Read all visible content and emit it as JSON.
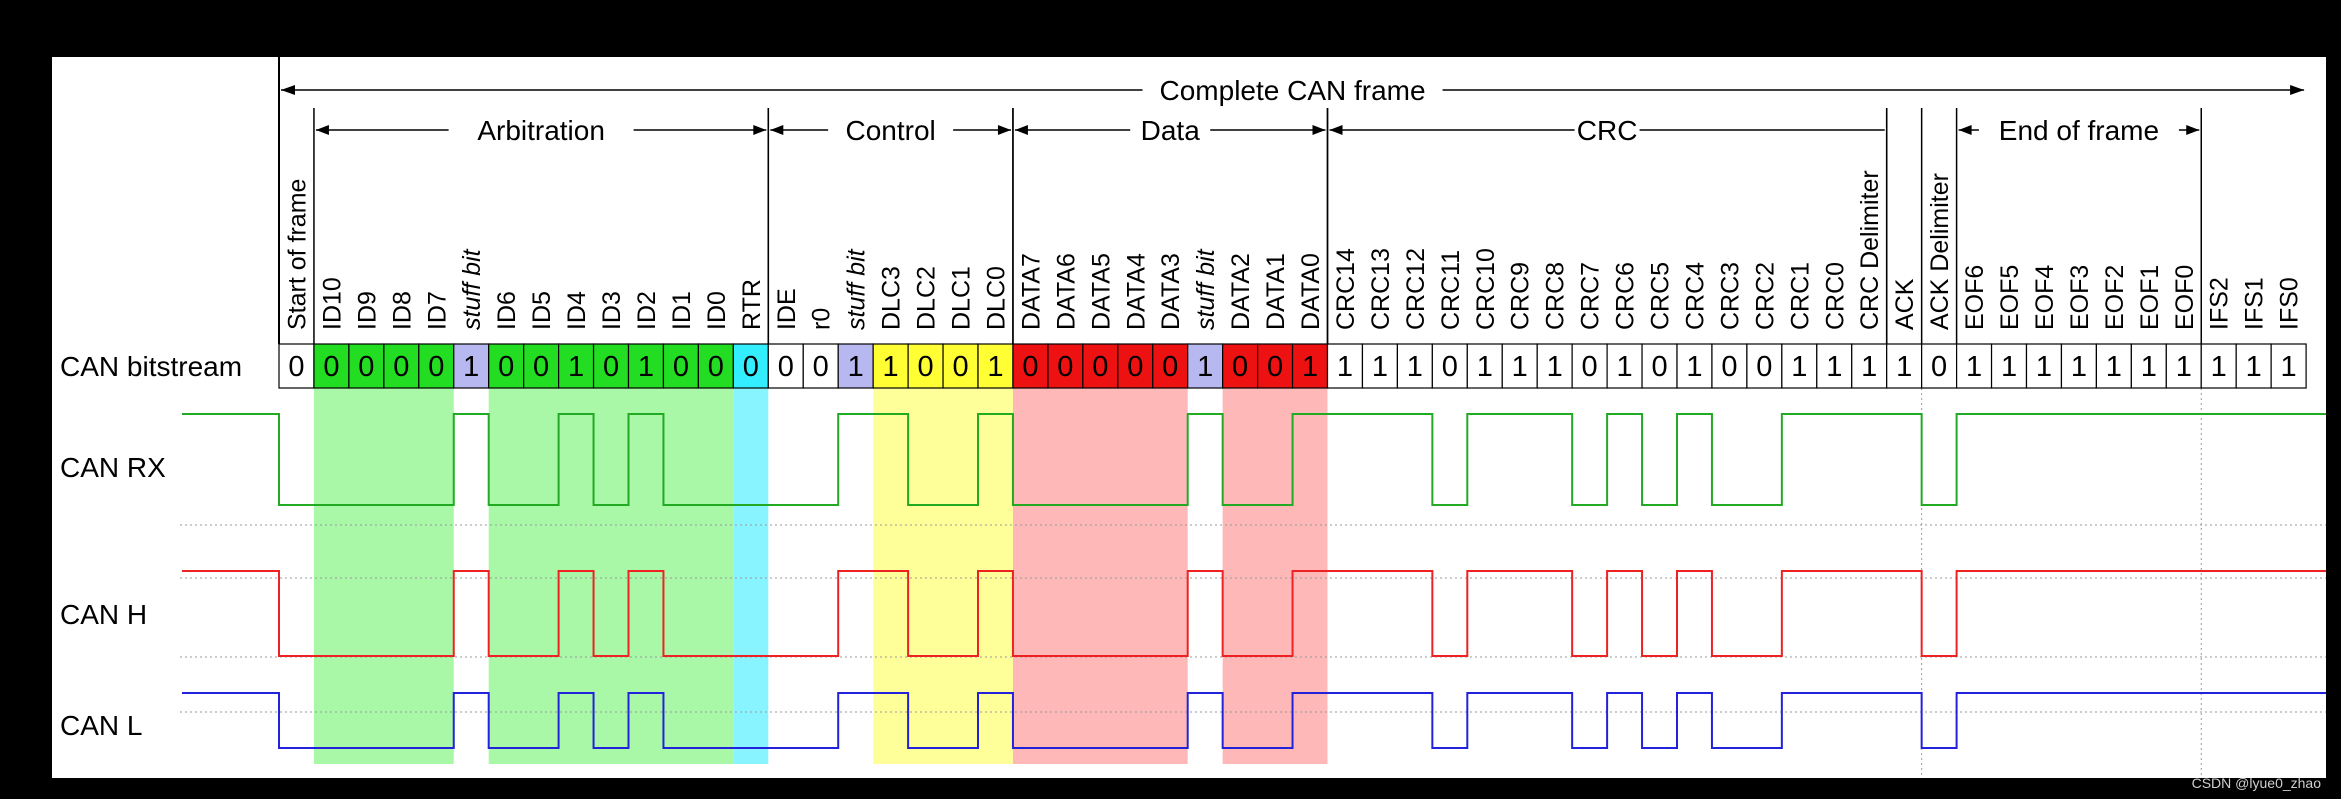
{
  "frame_title": "Complete CAN frame",
  "sections": [
    {
      "label": "Arbitration",
      "start": 1,
      "end": 13,
      "arrow": "both"
    },
    {
      "label": "Control",
      "start": 14,
      "end": 20,
      "arrow": "both"
    },
    {
      "label": "Data",
      "start": 21,
      "end": 29,
      "arrow": "both"
    },
    {
      "label": "CRC",
      "start": 30,
      "end": 45,
      "arrow": "left"
    },
    {
      "label": "End of frame",
      "start": 48,
      "end": 54,
      "arrow": "both"
    }
  ],
  "bit_labels": [
    "Start of frame",
    "ID10",
    "ID9",
    "ID8",
    "ID7",
    "stuff bit",
    "ID6",
    "ID5",
    "ID4",
    "ID3",
    "ID2",
    "ID1",
    "ID0",
    "RTR",
    "IDE",
    "r0",
    "stuff bit",
    "DLC3",
    "DLC2",
    "DLC1",
    "DLC0",
    "DATA7",
    "DATA6",
    "DATA5",
    "DATA4",
    "DATA3",
    "stuff bit",
    "DATA2",
    "DATA1",
    "DATA0",
    "CRC14",
    "CRC13",
    "CRC12",
    "CRC11",
    "CRC10",
    "CRC9",
    "CRC8",
    "CRC7",
    "CRC6",
    "CRC5",
    "CRC4",
    "CRC3",
    "CRC2",
    "CRC1",
    "CRC0",
    "CRC Delimiter",
    "ACK",
    "ACK Delimiter",
    "EOF6",
    "EOF5",
    "EOF4",
    "EOF3",
    "EOF2",
    "EOF1",
    "EOF0",
    "IFS2",
    "IFS1",
    "IFS0"
  ],
  "bit_values": [
    "0",
    "0",
    "0",
    "0",
    "0",
    "1",
    "0",
    "0",
    "1",
    "0",
    "1",
    "0",
    "0",
    "0",
    "0",
    "0",
    "1",
    "1",
    "0",
    "0",
    "1",
    "0",
    "0",
    "0",
    "0",
    "0",
    "1",
    "0",
    "0",
    "1",
    "1",
    "1",
    "1",
    "0",
    "1",
    "1",
    "1",
    "0",
    "1",
    "0",
    "1",
    "0",
    "0",
    "1",
    "1",
    "1",
    "1",
    "0",
    "1",
    "1",
    "1",
    "1",
    "1",
    "1",
    "1",
    "1",
    "1",
    "1"
  ],
  "bit_colors": [
    "#ffffff",
    "#22dd22",
    "#22dd22",
    "#22dd22",
    "#22dd22",
    "#b8b8f0",
    "#22dd22",
    "#22dd22",
    "#22dd22",
    "#22dd22",
    "#22dd22",
    "#22dd22",
    "#22dd22",
    "#33eeff",
    "#ffffff",
    "#ffffff",
    "#b8b8f0",
    "#ffff33",
    "#ffff33",
    "#ffff33",
    "#ffff33",
    "#ee1111",
    "#ee1111",
    "#ee1111",
    "#ee1111",
    "#ee1111",
    "#b8b8f0",
    "#ee1111",
    "#ee1111",
    "#ee1111",
    "#ffffff",
    "#ffffff",
    "#ffffff",
    "#ffffff",
    "#ffffff",
    "#ffffff",
    "#ffffff",
    "#ffffff",
    "#ffffff",
    "#ffffff",
    "#ffffff",
    "#ffffff",
    "#ffffff",
    "#ffffff",
    "#ffffff",
    "#ffffff",
    "#ffffff",
    "#ffffff",
    "#ffffff",
    "#ffffff",
    "#ffffff",
    "#ffffff",
    "#ffffff",
    "#ffffff",
    "#ffffff",
    "#ffffff",
    "#ffffff",
    "#ffffff"
  ],
  "italic_bits": [
    5,
    16,
    26
  ],
  "highlights": [
    {
      "start": 1,
      "end": 4,
      "color": "#a8f8a8"
    },
    {
      "start": 6,
      "end": 12,
      "color": "#a8f8a8"
    },
    {
      "start": 13,
      "end": 13,
      "color": "#88f4ff"
    },
    {
      "start": 17,
      "end": 20,
      "color": "#ffff99"
    },
    {
      "start": 21,
      "end": 25,
      "color": "#ffb8b8"
    },
    {
      "start": 27,
      "end": 29,
      "color": "#ffb8b8"
    }
  ],
  "rows": {
    "bitstream": "CAN bitstream",
    "rx": "CAN RX",
    "h": "CAN H",
    "l": "CAN L"
  },
  "trace_colors": {
    "rx": "#22aa22",
    "h": "#ee2222",
    "l": "#2222dd"
  },
  "watermark": "CSDN @lyue0_zhao"
}
